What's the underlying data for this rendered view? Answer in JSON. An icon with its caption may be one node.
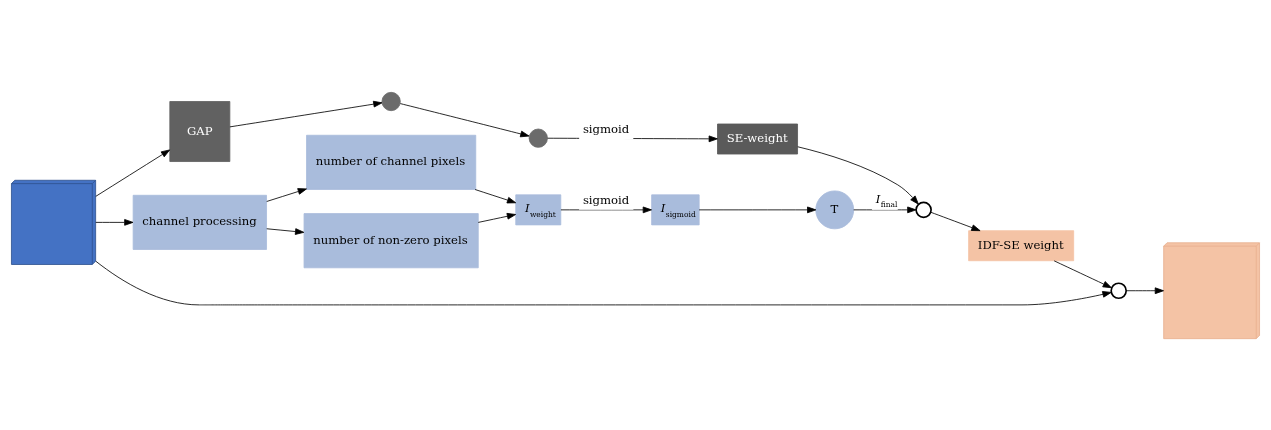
{
  "diagram": {
    "nodes": [
      {
        "text": [],
        "shape": "box"
      },
      {
        "text": [
          "channel processing"
        ]
      },
      {
        "text": [
          "number of non-zero pixels"
        ]
      },
      {
        "text": [
          "number of channel pixels"
        ]
      },
      {
        "text": [
          "*I*$_{weight}$"
        ]
      },
      {
        "text": [
          "*I*$_{sigmoid}$"
        ]
      },
      {
        "text": [
          "T"
        ]
      },
      {
        "text": [],
        "shape": "circle"
      },
      {
        "text": [
          "IDF-SE weight"
        ]
      },
      {
        "text": [],
        "shape": "circle"
      },
      {
        "text": [],
        "shape": "box"
      },
      {
        "text": [
          "GAP"
        ]
      },
      {
        "text": [],
        "shape": "circle"
      },
      {
        "text": [],
        "shape": "circle"
      },
      {
        "text": [
          "SE-weight"
        ]
      }
    ],
    "edges": [
      {
        "from": 0,
        "to": 1,
        "arrow": "to"
      },
      {
        "from": 0,
        "to": 11,
        "arrow": "to"
      },
      {
        "from": 1,
        "to": 2,
        "arrow": "to"
      },
      {
        "from": 1,
        "to": 3,
        "arrow": "to"
      },
      {
        "from": 2,
        "to": 4,
        "arrow": "to"
      },
      {
        "from": 3,
        "to": 4,
        "arrow": "to"
      },
      {
        "from": 4,
        "to": 5,
        "arrow": "to",
        "label": "sigmoid"
      },
      {
        "from": 5,
        "to": 6,
        "arrow": "to"
      },
      {
        "from": 6,
        "to": 7,
        "arrow": "to",
        "label": "*I*$_{final}$"
      },
      {
        "from": 11,
        "to": 12,
        "arrow": "to"
      },
      {
        "from": 12,
        "to": 13,
        "arrow": "to"
      },
      {
        "from": 13,
        "to": 14,
        "arrow": "to",
        "label": "sigmoid"
      },
      {
        "from": 14,
        "to": 7,
        "arrow": "to"
      },
      {
        "from": 7,
        "to": 8,
        "arrow": "to"
      },
      {
        "from": 8,
        "to": 9,
        "arrow": "to"
      },
      {
        "from": 0,
        "to": 9,
        "arrow": "to"
      },
      {
        "from": 9,
        "to": 10,
        "arrow": "to"
      }
    ]
  }
}
